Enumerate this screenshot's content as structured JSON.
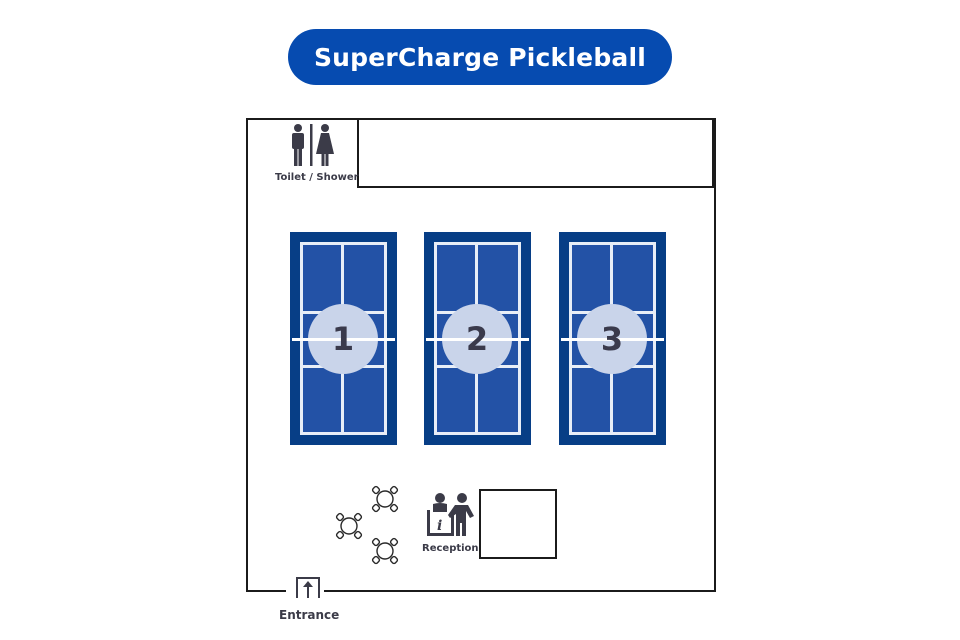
{
  "title": "SuperCharge Pickleball",
  "colors": {
    "title_bg": "#064bb0",
    "court_outer": "#073e86",
    "court_inner": "#2352a6",
    "court_lines": "#e8eef7",
    "court_circle": "#c9d4ea",
    "icon_dark": "#3b3b48",
    "wall": "#1b1b1b"
  },
  "facilities": {
    "toilet": {
      "label": "Toilet / Shower",
      "icon": "restroom-icon"
    },
    "reception": {
      "label": "Reception",
      "icon": "reception-info-icon"
    },
    "entrance": {
      "label": "Entrance",
      "icon": "entrance-arrow-icon"
    }
  },
  "courts": [
    {
      "number": "1"
    },
    {
      "number": "2"
    },
    {
      "number": "3"
    }
  ],
  "tables": [
    {
      "id": "table-1"
    },
    {
      "id": "table-2"
    },
    {
      "id": "table-3"
    }
  ]
}
